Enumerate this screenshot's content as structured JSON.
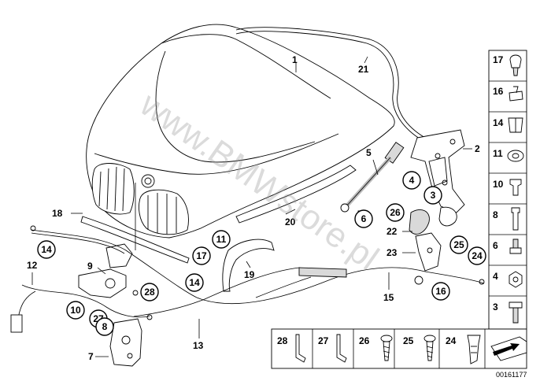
{
  "labels": {
    "l1": "1",
    "l2": "2",
    "l3": "3",
    "l4": "4",
    "l5": "5",
    "l6": "6",
    "l7": "7",
    "l8": "8",
    "l9": "9",
    "l10": "10",
    "l11": "11",
    "l12": "12",
    "l13": "13",
    "l14a": "14",
    "l14b": "14",
    "l15": "15",
    "l16": "16",
    "l17": "17",
    "l18": "18",
    "l19": "19",
    "l20": "20",
    "l21": "21",
    "l22": "22",
    "l23": "23",
    "l24": "24",
    "l25": "25",
    "l26": "26",
    "l27": "27",
    "l28": "28"
  },
  "side_panel": [
    "17",
    "16",
    "14",
    "11",
    "10",
    "8",
    "6",
    "4",
    "3"
  ],
  "bottom_panel": [
    "28",
    "27",
    "26",
    "25",
    "24"
  ],
  "watermark": "www.BMWstore.pl",
  "diagram_code": "00161177"
}
